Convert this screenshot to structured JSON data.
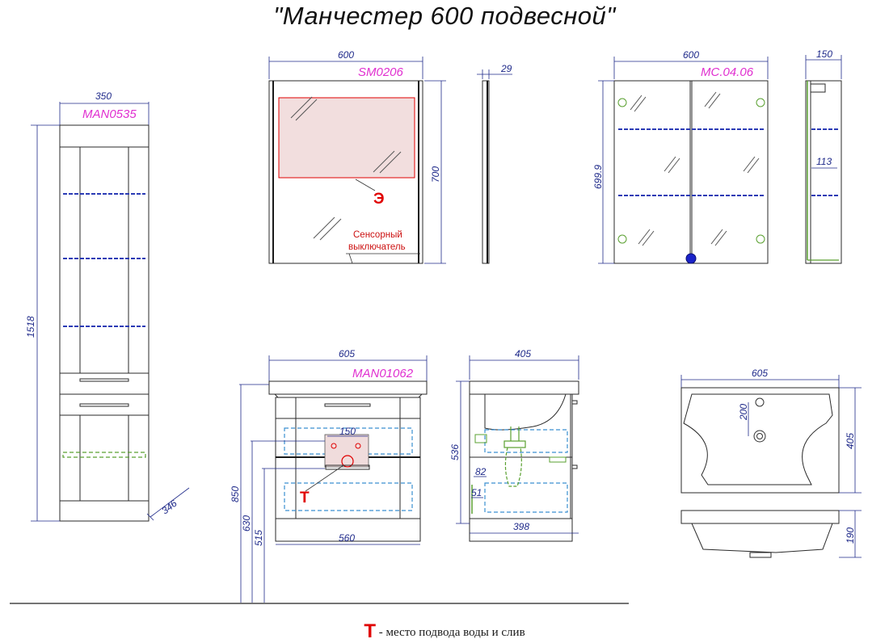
{
  "title": "\"Манчестер 600 подвесной\"",
  "legend": {
    "marker": "Т",
    "text": " - место подвода воды и слив"
  },
  "colors": {
    "dimension": "#1f2a8a",
    "model_code": "#e02fd0",
    "note_red": "#cc1111",
    "mirror_light": "#e00000",
    "outline": "#1a1a1a"
  },
  "pencil_case": {
    "code": "MAN0535",
    "width": "350",
    "height": "1518",
    "depth": "346"
  },
  "mirror": {
    "code": "SM0206",
    "width": "600",
    "height": "700",
    "depth": "29",
    "light_marker": "Э",
    "switch_note_line1": "Сенсорный",
    "switch_note_line2": "выключатель"
  },
  "mirror_cabinet": {
    "code": "MC.04.06",
    "width": "600",
    "height": "699.9",
    "depth": "150",
    "shelf_depth": "113"
  },
  "vanity_front": {
    "code": "MAN01062",
    "top_width": "605",
    "bottom_width": "560",
    "socket_width": "150",
    "height_850": "850",
    "height_630": "630",
    "height_515": "515",
    "pipe_marker": "Т"
  },
  "vanity_side": {
    "depth_top": "405",
    "depth_bottom": "398",
    "height": "536",
    "dim_82": "82",
    "dim_51": "51"
  },
  "basin": {
    "width": "605",
    "depth": "405",
    "tap_offset": "200",
    "height": "190"
  }
}
